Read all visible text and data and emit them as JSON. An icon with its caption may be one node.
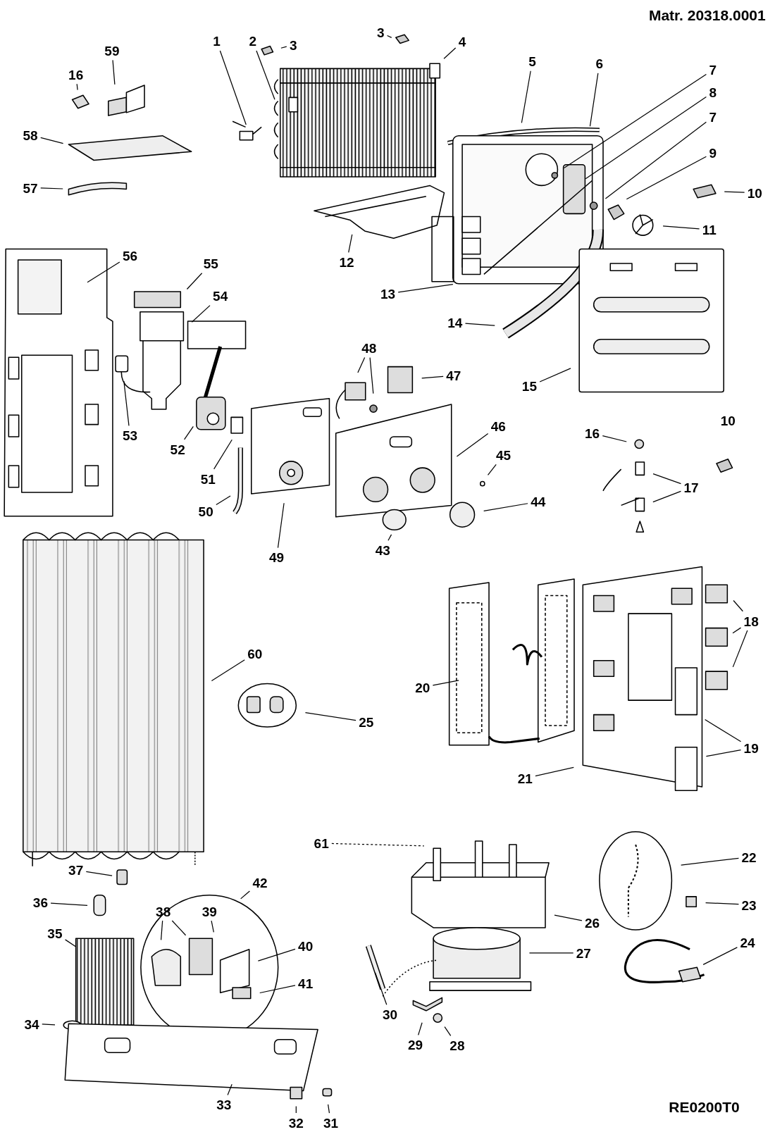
{
  "diagram": {
    "nodes": [
      {
        "text": [
          "3"
        ]
      },
      {
        "text": [
          "1"
        ]
      },
      {
        "text": [
          "2"
        ]
      },
      {
        "text": [
          "4"
        ]
      },
      {
        "text": [
          "3"
        ]
      },
      {
        "text": [
          "59"
        ]
      },
      {
        "text": [
          "5"
        ]
      },
      {
        "text": [
          "6"
        ]
      },
      {
        "text": [
          "7"
        ]
      },
      {
        "text": [
          "16"
        ]
      },
      {
        "text": [
          "8"
        ]
      },
      {
        "text": [
          "7"
        ]
      },
      {
        "text": [
          "58"
        ]
      },
      {
        "text": [
          "9"
        ]
      },
      {
        "text": [
          "57"
        ]
      },
      {
        "text": [
          "10"
        ]
      },
      {
        "text": [
          "11"
        ]
      },
      {
        "text": [
          "56"
        ]
      },
      {
        "text": [
          "12"
        ]
      },
      {
        "text": [
          "55"
        ]
      },
      {
        "text": [
          "13"
        ]
      },
      {
        "text": [
          "54"
        ]
      },
      {
        "text": [
          "14"
        ]
      },
      {
        "text": [
          "48"
        ]
      },
      {
        "text": [
          "47"
        ]
      },
      {
        "text": [
          "15"
        ]
      },
      {
        "text": [
          "46"
        ]
      },
      {
        "text": [
          "16"
        ]
      },
      {
        "text": [
          "53"
        ]
      },
      {
        "text": [
          "52"
        ]
      },
      {
        "text": [
          "45"
        ]
      },
      {
        "text": [
          "51"
        ]
      },
      {
        "text": [
          "17"
        ]
      },
      {
        "text": [
          "44"
        ]
      },
      {
        "text": [
          "50"
        ]
      },
      {
        "text": [
          "43"
        ]
      },
      {
        "text": [
          "49"
        ]
      },
      {
        "text": [
          "18"
        ]
      },
      {
        "text": [
          "60"
        ]
      },
      {
        "text": [
          "20"
        ]
      },
      {
        "text": [
          "25"
        ]
      },
      {
        "text": [
          "19"
        ]
      },
      {
        "text": [
          "21"
        ]
      },
      {
        "text": [
          "61"
        ]
      },
      {
        "text": [
          "22"
        ]
      },
      {
        "text": [
          "37"
        ]
      },
      {
        "text": [
          "42"
        ]
      },
      {
        "text": [
          "36"
        ]
      },
      {
        "text": [
          "23"
        ]
      },
      {
        "text": [
          "38"
        ]
      },
      {
        "text": [
          "39"
        ]
      },
      {
        "text": [
          "26"
        ]
      },
      {
        "text": [
          "35"
        ]
      },
      {
        "text": [
          "24"
        ]
      },
      {
        "text": [
          "40"
        ]
      },
      {
        "text": [
          "27"
        ]
      },
      {
        "text": [
          "41"
        ]
      },
      {
        "text": [
          "30"
        ]
      },
      {
        "text": [
          "34"
        ]
      },
      {
        "text": [
          "29"
        ]
      },
      {
        "text": [
          "28"
        ]
      },
      {
        "text": [
          "33"
        ]
      },
      {
        "text": [
          "32"
        ]
      },
      {
        "text": [
          "31"
        ]
      }
    ],
    "edges": [
      {
        "from": 0,
        "to": null,
        "arrow": "none"
      },
      {
        "from": 1,
        "to": null,
        "arrow": "none"
      },
      {
        "from": 2,
        "to": null,
        "arrow": "none"
      },
      {
        "from": 3,
        "to": null,
        "arrow": "none"
      },
      {
        "from": 4,
        "to": null,
        "arrow": "none"
      },
      {
        "from": 5,
        "to": null,
        "arrow": "none"
      },
      {
        "from": 6,
        "to": null,
        "arrow": "none"
      },
      {
        "from": 7,
        "to": null,
        "arrow": "none"
      },
      {
        "from": 8,
        "to": null,
        "arrow": "none"
      },
      {
        "from": 9,
        "to": null,
        "arrow": "none"
      },
      {
        "from": 10,
        "to": null,
        "arrow": "none"
      },
      {
        "from": 11,
        "to": null,
        "arrow": "none"
      },
      {
        "from": 12,
        "to": null,
        "arrow": "none"
      },
      {
        "from": 13,
        "to": null,
        "arrow": "none"
      },
      {
        "from": 14,
        "to": null,
        "arrow": "none"
      },
      {
        "from": 15,
        "to": null,
        "arrow": "none"
      },
      {
        "from": 16,
        "to": null,
        "arrow": "none"
      },
      {
        "from": 17,
        "to": null,
        "arrow": "none"
      },
      {
        "from": 18,
        "to": null,
        "arrow": "none"
      },
      {
        "from": 19,
        "to": null,
        "arrow": "none"
      },
      {
        "from": 20,
        "to": null,
        "arrow": "none"
      },
      {
        "from": 21,
        "to": null,
        "arrow": "none"
      },
      {
        "from": 22,
        "to": null,
        "arrow": "none"
      },
      {
        "from": 23,
        "to": null,
        "arrow": "none"
      },
      {
        "from": 23,
        "to": null,
        "arrow": "none"
      },
      {
        "from": 24,
        "to": null,
        "arrow": "none"
      },
      {
        "from": 25,
        "to": null,
        "arrow": "none"
      },
      {
        "from": 26,
        "to": null,
        "arrow": "none"
      },
      {
        "from": 27,
        "to": null,
        "arrow": "none"
      },
      {
        "from": 28,
        "to": null,
        "arrow": "none"
      },
      {
        "from": 29,
        "to": null,
        "arrow": "none"
      },
      {
        "from": 30,
        "to": null,
        "arrow": "none"
      },
      {
        "from": 31,
        "to": null,
        "arrow": "none"
      },
      {
        "from": 32,
        "to": null,
        "arrow": "none"
      },
      {
        "from": 32,
        "to": null,
        "arrow": "none"
      },
      {
        "from": 33,
        "to": null,
        "arrow": "none"
      },
      {
        "from": 34,
        "to": null,
        "arrow": "none"
      },
      {
        "from": 35,
        "to": null,
        "arrow": "none"
      },
      {
        "from": 36,
        "to": null,
        "arrow": "none"
      },
      {
        "from": 37,
        "to": null,
        "arrow": "none"
      },
      {
        "from": 37,
        "to": null,
        "arrow": "none"
      },
      {
        "from": 37,
        "to": null,
        "arrow": "none"
      },
      {
        "from": 38,
        "to": null,
        "arrow": "none"
      },
      {
        "from": 39,
        "to": null,
        "arrow": "none"
      },
      {
        "from": 40,
        "to": null,
        "arrow": "none"
      },
      {
        "from": 41,
        "to": null,
        "arrow": "none"
      },
      {
        "from": 41,
        "to": null,
        "arrow": "none"
      },
      {
        "from": 42,
        "to": null,
        "arrow": "none"
      },
      {
        "from": 43,
        "to": null,
        "arrow": "none",
        "style": "dashed"
      },
      {
        "from": 44,
        "to": null,
        "arrow": "none"
      },
      {
        "from": 45,
        "to": null,
        "arrow": "none"
      },
      {
        "from": 46,
        "to": null,
        "arrow": "none"
      },
      {
        "from": 47,
        "to": null,
        "arrow": "none"
      },
      {
        "from": 48,
        "to": null,
        "arrow": "none"
      },
      {
        "from": 49,
        "to": null,
        "arrow": "none"
      },
      {
        "from": 49,
        "to": null,
        "arrow": "none"
      },
      {
        "from": 50,
        "to": null,
        "arrow": "none"
      },
      {
        "from": 51,
        "to": null,
        "arrow": "none"
      },
      {
        "from": 52,
        "to": null,
        "arrow": "none"
      },
      {
        "from": 53,
        "to": null,
        "arrow": "none"
      },
      {
        "from": 54,
        "to": null,
        "arrow": "none"
      },
      {
        "from": 55,
        "to": null,
        "arrow": "none"
      },
      {
        "from": 56,
        "to": null,
        "arrow": "none"
      },
      {
        "from": 57,
        "to": null,
        "arrow": "none"
      },
      {
        "from": 58,
        "to": null,
        "arrow": "none"
      },
      {
        "from": 59,
        "to": null,
        "arrow": "none"
      },
      {
        "from": 60,
        "to": null,
        "arrow": "none"
      },
      {
        "from": 61,
        "to": null,
        "arrow": "none"
      },
      {
        "from": 62,
        "to": null,
        "arrow": "none"
      },
      {
        "from": 63,
        "to": null,
        "arrow": "none"
      }
    ],
    "labels": [
      "Matr. 20318.0001",
      "10",
      "RE0200T0"
    ]
  }
}
